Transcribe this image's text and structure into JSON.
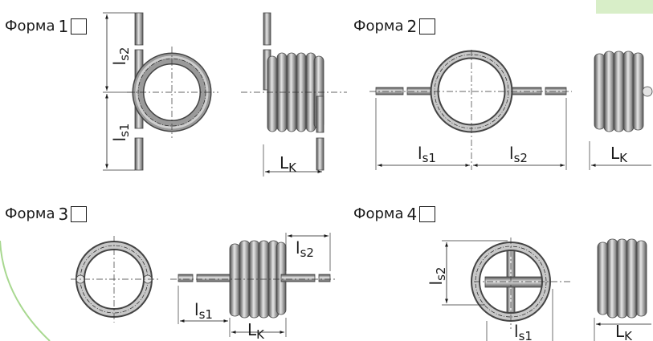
{
  "forms": [
    {
      "word": "Форма",
      "number": "1"
    },
    {
      "word": "Форма",
      "number": "2"
    },
    {
      "word": "Форма",
      "number": "3"
    },
    {
      "word": "Форма",
      "number": "4"
    }
  ],
  "dimensions": {
    "ls1": {
      "main": "l",
      "sub": "s1"
    },
    "ls2": {
      "main": "l",
      "sub": "s2"
    },
    "lk": {
      "main": "L",
      "sub": "K"
    }
  },
  "colors": {
    "accent": "#d8eec8",
    "arc": "#a8d890",
    "wire": "#8c8c8c",
    "wire_dark": "#444444",
    "wire_light": "#e4e4e4"
  }
}
